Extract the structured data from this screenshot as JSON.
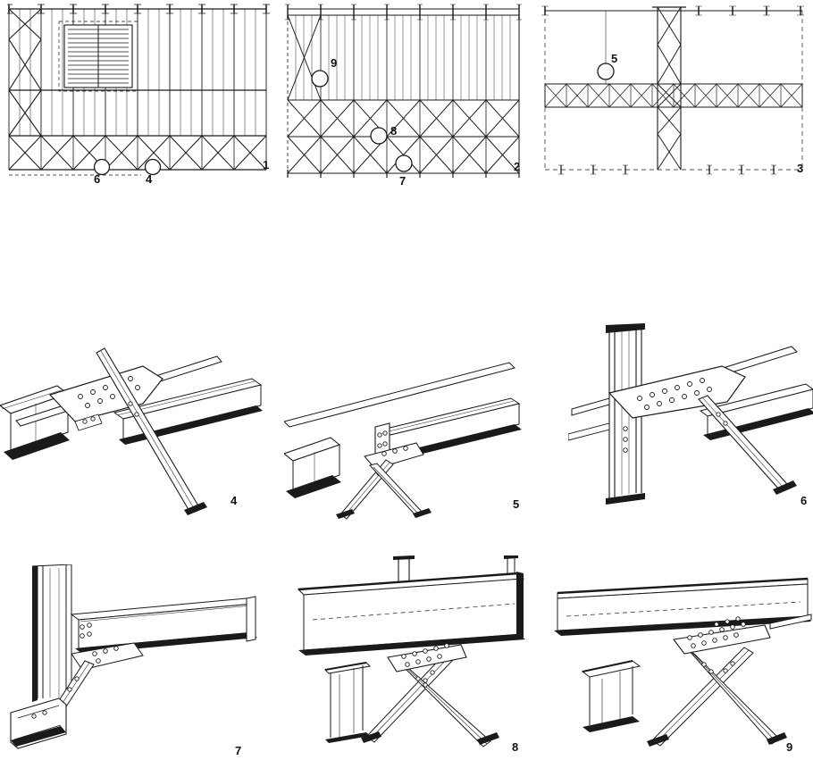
{
  "sheet": {
    "paper_color": "#ffffff",
    "ink_color": "#1a1a1a"
  },
  "plans": [
    {
      "label": "1",
      "callouts": [
        {
          "ref": "6"
        },
        {
          "ref": "4"
        }
      ]
    },
    {
      "label": "2",
      "callouts": [
        {
          "ref": "9"
        },
        {
          "ref": "8"
        },
        {
          "ref": "7"
        }
      ]
    },
    {
      "label": "3",
      "callouts": [
        {
          "ref": "5"
        }
      ]
    }
  ],
  "details": [
    {
      "label": "4"
    },
    {
      "label": "5"
    },
    {
      "label": "6"
    },
    {
      "label": "7"
    },
    {
      "label": "8"
    },
    {
      "label": "9"
    }
  ]
}
